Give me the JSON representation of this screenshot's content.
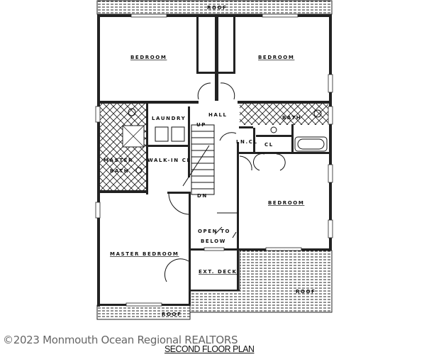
{
  "plan": {
    "title": "SECOND FLOOR PLAN",
    "copyright": "©2023 Monmouth Ocean Regional REALTORS",
    "rooms": {
      "bedroom_nw": "BEDROOM",
      "bedroom_ne": "BEDROOM",
      "hall": "HALL",
      "laundry": "LAUNDRY",
      "bath": "BATH",
      "linen_closet": "LN.CL",
      "closet": "CL",
      "up": "UP",
      "walk_in_closet": "WALK-IN CL",
      "master_bath_1": "MASTER",
      "master_bath_2": "BATH",
      "down": "DN",
      "bedroom_e": "BEDROOM",
      "open_to_below_1": "OPEN TO",
      "open_to_below_2": "BELOW",
      "master_bedroom": "MASTER BEDROOM",
      "ext_deck": "EXT. DECK",
      "roof_top": "ROOF",
      "roof_deck": "ROOF",
      "roof_bottom": "ROOF"
    }
  }
}
